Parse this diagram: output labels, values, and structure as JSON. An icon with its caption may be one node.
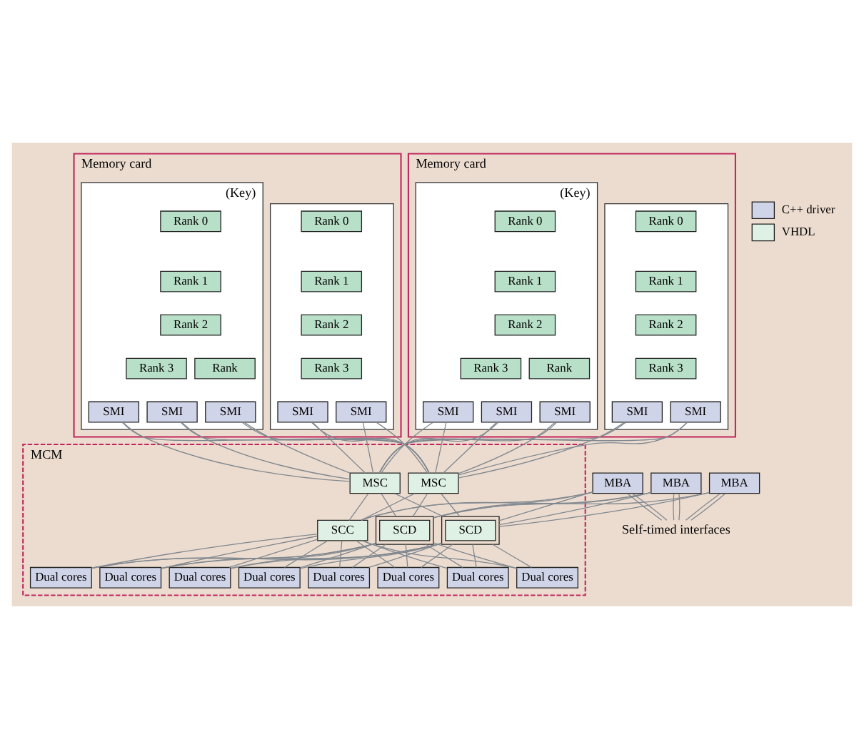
{
  "diagram": {
    "nodes": [
      {
        "text": [
          "Memory card"
        ]
      },
      {
        "text": [],
        "shape": "box",
        "in": 0
      },
      {
        "text": [
          "Rank 0"
        ],
        "in": 1
      },
      {
        "text": [
          "Rank 1"
        ],
        "in": 1
      },
      {
        "text": [
          "Rank 2"
        ],
        "in": 1
      },
      {
        "text": [
          "Rank 3"
        ],
        "in": 1
      },
      {
        "text": [
          "SMI"
        ],
        "in": 1
      },
      {
        "text": [
          "SMI"
        ],
        "in": 1
      },
      {
        "text": [
          "(Key)"
        ],
        "in": 0
      },
      {
        "text": [
          "Rank 0"
        ],
        "in": 8
      },
      {
        "text": [
          "Rank 1"
        ],
        "in": 8
      },
      {
        "text": [
          "Rank 2"
        ],
        "in": 8
      },
      {
        "text": [
          "Rank 3"
        ],
        "in": 8
      },
      {
        "text": [
          "Rank"
        ],
        "in": 8
      },
      {
        "text": [
          "SMI"
        ],
        "in": 8
      },
      {
        "text": [
          "SMI"
        ],
        "in": 8
      },
      {
        "text": [
          "SMI"
        ],
        "in": 8
      },
      {
        "text": [
          "Memory card"
        ]
      },
      {
        "text": [],
        "shape": "box",
        "in": 17
      },
      {
        "text": [
          "Rank 0"
        ],
        "in": 18
      },
      {
        "text": [
          "Rank 1"
        ],
        "in": 18
      },
      {
        "text": [
          "Rank 2"
        ],
        "in": 18
      },
      {
        "text": [
          "Rank 3"
        ],
        "in": 18
      },
      {
        "text": [
          "SMI"
        ],
        "in": 18
      },
      {
        "text": [
          "SMI"
        ],
        "in": 18
      },
      {
        "text": [
          "(Key)"
        ],
        "in": 17
      },
      {
        "text": [
          "Rank 0"
        ],
        "in": 25
      },
      {
        "text": [
          "Rank 1"
        ],
        "in": 25
      },
      {
        "text": [
          "Rank 2"
        ],
        "in": 25
      },
      {
        "text": [
          "Rank 3"
        ],
        "in": 25
      },
      {
        "text": [
          "Rank"
        ],
        "in": 25
      },
      {
        "text": [
          "SMI"
        ],
        "in": 25
      },
      {
        "text": [
          "SMI"
        ],
        "in": 25
      },
      {
        "text": [
          "SMI"
        ],
        "in": 25
      },
      {
        "text": [
          "MCM"
        ]
      },
      {
        "text": [
          "MSC"
        ],
        "in": 34
      },
      {
        "text": [
          "MSC"
        ],
        "in": 34
      },
      {
        "text": [
          "SCD"
        ],
        "in": 34
      },
      {
        "text": [
          "SCC"
        ],
        "in": 34
      },
      {
        "text": [
          "SCD"
        ],
        "in": 34
      },
      {
        "text": [
          "Dual cores"
        ],
        "in": 34
      },
      {
        "text": [
          "Dual cores"
        ],
        "in": 34
      },
      {
        "text": [
          "Dual cores"
        ],
        "in": 34
      },
      {
        "text": [
          "Dual cores"
        ],
        "in": 34
      },
      {
        "text": [
          "Dual cores"
        ],
        "in": 34
      },
      {
        "text": [
          "Dual cores"
        ],
        "in": 34
      },
      {
        "text": [
          "Dual cores"
        ],
        "in": 34
      },
      {
        "text": [
          "Dual cores"
        ],
        "in": 34
      },
      {
        "text": [
          "MBA"
        ]
      },
      {
        "text": [
          "MBA"
        ]
      },
      {
        "text": [
          "MBA"
        ]
      },
      {
        "text": [
          "Self-timed interfaces"
        ]
      }
    ],
    "edges": [
      {
        "from": 6,
        "to": 35,
        "arrow": "none"
      },
      {
        "from": 6,
        "to": 36,
        "arrow": "none"
      },
      {
        "from": 7,
        "to": 35,
        "arrow": "none"
      },
      {
        "from": 7,
        "to": 36,
        "arrow": "none"
      },
      {
        "from": 14,
        "to": 35,
        "arrow": "none"
      },
      {
        "from": 14,
        "to": 36,
        "arrow": "none"
      },
      {
        "from": 15,
        "to": 35,
        "arrow": "none"
      },
      {
        "from": 15,
        "to": 36,
        "arrow": "none"
      },
      {
        "from": 16,
        "to": 35,
        "arrow": "none"
      },
      {
        "from": 16,
        "to": 36,
        "arrow": "none"
      },
      {
        "from": 23,
        "to": 35,
        "arrow": "none"
      },
      {
        "from": 23,
        "to": 36,
        "arrow": "none"
      },
      {
        "from": 24,
        "to": 35,
        "arrow": "none"
      },
      {
        "from": 24,
        "to": 36,
        "arrow": "none"
      },
      {
        "from": 31,
        "to": 35,
        "arrow": "none"
      },
      {
        "from": 31,
        "to": 36,
        "arrow": "none"
      },
      {
        "from": 32,
        "to": 35,
        "arrow": "none"
      },
      {
        "from": 32,
        "to": 36,
        "arrow": "none"
      },
      {
        "from": 33,
        "to": 35,
        "arrow": "none"
      },
      {
        "from": 33,
        "to": 36,
        "arrow": "none"
      },
      {
        "from": 35,
        "to": 37,
        "arrow": "none"
      },
      {
        "from": 35,
        "to": 38,
        "arrow": "none"
      },
      {
        "from": 35,
        "to": 39,
        "arrow": "none"
      },
      {
        "from": 36,
        "to": 37,
        "arrow": "none"
      },
      {
        "from": 36,
        "to": 38,
        "arrow": "none"
      },
      {
        "from": 36,
        "to": 39,
        "arrow": "none"
      },
      {
        "from": 48,
        "to": 37,
        "arrow": "none"
      },
      {
        "from": 48,
        "to": 39,
        "arrow": "none"
      },
      {
        "from": 49,
        "to": 37,
        "arrow": "none"
      },
      {
        "from": 49,
        "to": 38,
        "arrow": "none"
      },
      {
        "from": 49,
        "to": 39,
        "arrow": "none"
      },
      {
        "from": 50,
        "to": 37,
        "arrow": "none"
      },
      {
        "from": 50,
        "to": 38,
        "arrow": "none"
      },
      {
        "from": 50,
        "to": 39,
        "arrow": "none"
      },
      {
        "from": 37,
        "to": 40,
        "arrow": "none"
      },
      {
        "from": 37,
        "to": 41,
        "arrow": "none"
      },
      {
        "from": 37,
        "to": 42,
        "arrow": "none"
      },
      {
        "from": 37,
        "to": 43,
        "arrow": "none"
      },
      {
        "from": 37,
        "to": 44,
        "arrow": "none"
      },
      {
        "from": 37,
        "to": 45,
        "arrow": "none"
      },
      {
        "from": 37,
        "to": 46,
        "arrow": "none"
      },
      {
        "from": 37,
        "to": 47,
        "arrow": "none"
      },
      {
        "from": 38,
        "to": 40,
        "arrow": "none"
      },
      {
        "from": 38,
        "to": 41,
        "arrow": "none"
      },
      {
        "from": 38,
        "to": 42,
        "arrow": "none"
      },
      {
        "from": 38,
        "to": 43,
        "arrow": "none"
      },
      {
        "from": 38,
        "to": 44,
        "arrow": "none"
      },
      {
        "from": 38,
        "to": 45,
        "arrow": "none"
      },
      {
        "from": 38,
        "to": 46,
        "arrow": "none"
      },
      {
        "from": 38,
        "to": 47,
        "arrow": "none"
      },
      {
        "from": 39,
        "to": 40,
        "arrow": "none"
      },
      {
        "from": 39,
        "to": 41,
        "arrow": "none"
      },
      {
        "from": 39,
        "to": 42,
        "arrow": "none"
      },
      {
        "from": 39,
        "to": 43,
        "arrow": "none"
      },
      {
        "from": 39,
        "to": 44,
        "arrow": "none"
      },
      {
        "from": 39,
        "to": 45,
        "arrow": "none"
      },
      {
        "from": 39,
        "to": 46,
        "arrow": "none"
      },
      {
        "from": 39,
        "to": 47,
        "arrow": "none"
      },
      {
        "from": 48,
        "to": 51,
        "arrow": "none"
      },
      {
        "from": 48,
        "to": 51,
        "arrow": "none"
      },
      {
        "from": 49,
        "to": 51,
        "arrow": "none"
      },
      {
        "from": 49,
        "to": 51,
        "arrow": "none"
      },
      {
        "from": 50,
        "to": 51,
        "arrow": "none"
      },
      {
        "from": 50,
        "to": 51,
        "arrow": "none"
      }
    ],
    "legend": [
      {
        "text": "C++ driver",
        "color": "#d0d4e8"
      },
      {
        "text": "VHDL",
        "color": "#dff0e4"
      }
    ]
  }
}
